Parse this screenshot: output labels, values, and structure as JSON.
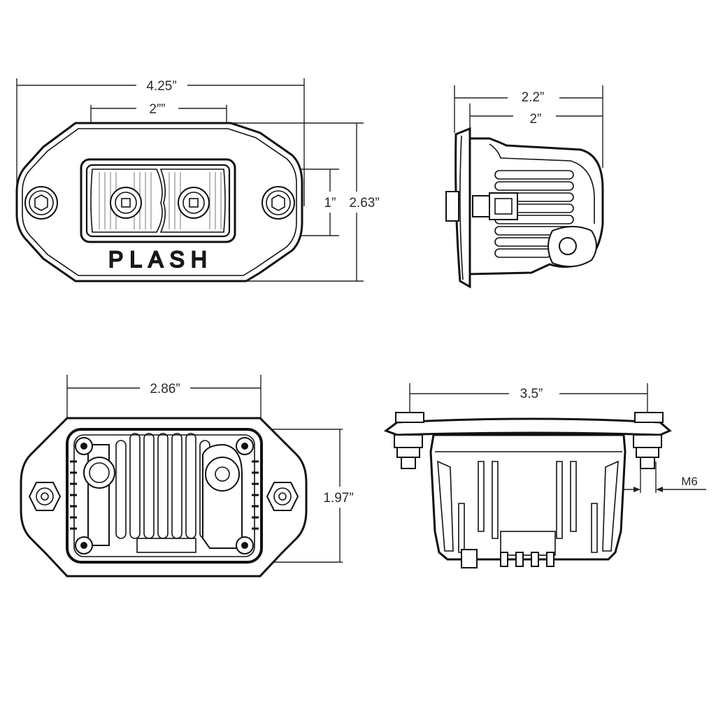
{
  "views": {
    "front": {
      "brand_logo": "PLASH",
      "dim_overall_width": "4.25”",
      "dim_lens_width": "2””",
      "dim_lens_height": "1”",
      "dim_overall_height": "2.63”"
    },
    "side": {
      "dim_overall_depth": "2.2”",
      "dim_body_depth": "2”"
    },
    "rear": {
      "dim_body_width": "2.86”",
      "dim_body_height": "1.97”"
    },
    "top": {
      "dim_bolt_spacing": "3.5”",
      "bolt_thread_label": "M6"
    }
  },
  "colors": {
    "line": "#111111",
    "text": "#2a2a2a",
    "background": "#ffffff"
  }
}
